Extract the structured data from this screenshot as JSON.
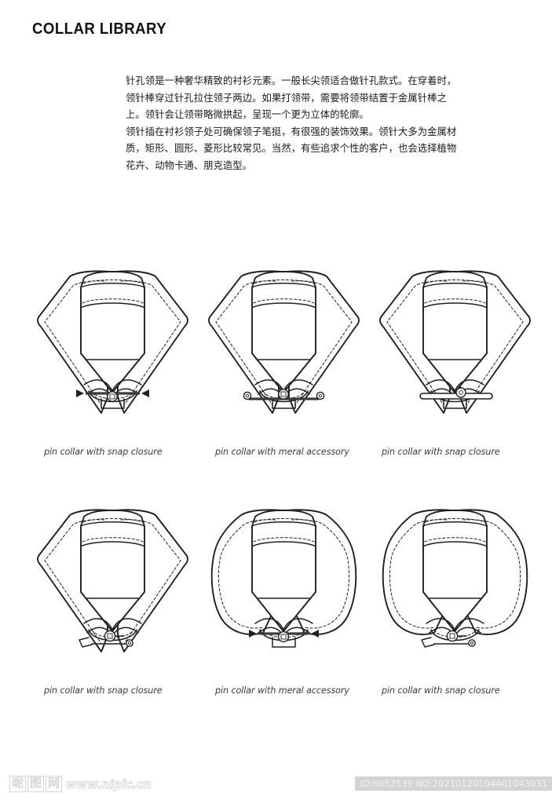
{
  "page": {
    "title": "COLLAR LIBRARY",
    "background_color": "#ffffff",
    "ink_color": "#231f20"
  },
  "body_copy": {
    "paragraphs": [
      "针孔领是一种奢华精致的衬衫元素。一般长尖领适合做针孔款式。在穿着时，领针棒穿过针孔拉住领子两边。如果打领带，需要将领带结置于金属针棒之上。领针会让领带略微拱起，呈现一个更为立体的轮廓。",
      "领针插在衬衫领子处可确保领子笔挺，有很强的装饰效果。领针大多为金属材质，矩形、圆形、菱形比较常见。当然，有些追求个性的客户，也会选择植物花卉、动物卡通、朋克造型。"
    ]
  },
  "collars": [
    {
      "id": "collar-1",
      "caption": "pin collar with snap closure",
      "style": "long-point",
      "hardware": "pin bar with arrow tips",
      "row": 1,
      "column": 1
    },
    {
      "id": "collar-2",
      "caption": "pin collar with meral accessory",
      "style": "long-point",
      "hardware": "eyelet studs on collar points",
      "row": 1,
      "column": 2
    },
    {
      "id": "collar-3",
      "caption": "pin collar with snap closure",
      "style": "long-point",
      "hardware": "wide straight pin bar",
      "row": 1,
      "column": 3
    },
    {
      "id": "collar-4",
      "caption": "pin collar with snap closure",
      "style": "long-point",
      "hardware": "snap button tab",
      "row": 2,
      "column": 1
    },
    {
      "id": "collar-5",
      "caption": "pin collar with meral accessory",
      "style": "club-round",
      "hardware": "pin bar with arrow tips",
      "row": 2,
      "column": 2
    },
    {
      "id": "collar-6",
      "caption": "pin collar with snap closure",
      "style": "club-round",
      "hardware": "snap button tab",
      "row": 2,
      "column": 3
    }
  ],
  "footer": {
    "watermark_characters": [
      "昵",
      "图",
      "网"
    ],
    "watermark_url": "www.nipic.cn",
    "id_badge": "ID:8052539 NO:20210120104401043031",
    "badge_bg": "#d3d3d3"
  }
}
